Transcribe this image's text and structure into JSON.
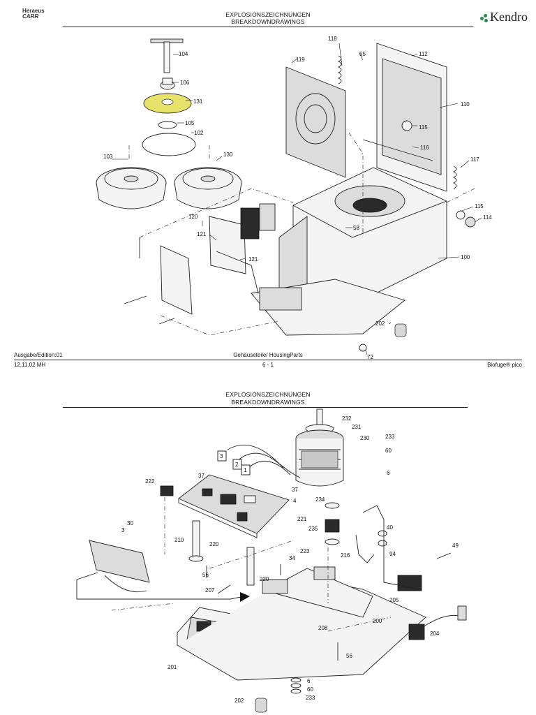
{
  "page1": {
    "logo_left": "Heraeus",
    "logo_left_sub": "CARR",
    "logo_right": "Kendro",
    "title_de": "EXPLOSIONSZEICHNUNGEN",
    "title_en": "BREAKDOWNDRAWINGS",
    "footer_edition": "Ausgabe/Edition:01",
    "footer_section": "Gehäuseteile/ HousingParts",
    "footer_date": "12.11.02  MH",
    "footer_page": "6 - 1",
    "footer_product": "Biofuge® pico",
    "callouts": [
      "104",
      "106",
      "131",
      "105",
      "102",
      "103",
      "130",
      "118",
      "55",
      "112",
      "119",
      "110",
      "115",
      "116",
      "117",
      "115",
      "114",
      "120",
      "121",
      "58",
      "121",
      "100",
      "202",
      "72"
    ]
  },
  "page2": {
    "title_de": "EXPLOSIONSZEICHNUNGEN",
    "title_en": "BREAKDOWNDRAWINGS",
    "callouts": [
      "232",
      "231",
      "230",
      "233",
      "60",
      "6",
      "3",
      "2",
      "1",
      "37",
      "222",
      "37",
      "4",
      "234",
      "30",
      "3",
      "221",
      "223",
      "235",
      "40",
      "210",
      "220",
      "34",
      "94",
      "216",
      "49",
      "56",
      "220",
      "207",
      "205",
      "200",
      "208",
      "204",
      "201",
      "56",
      "6",
      "60",
      "233",
      "202"
    ]
  }
}
